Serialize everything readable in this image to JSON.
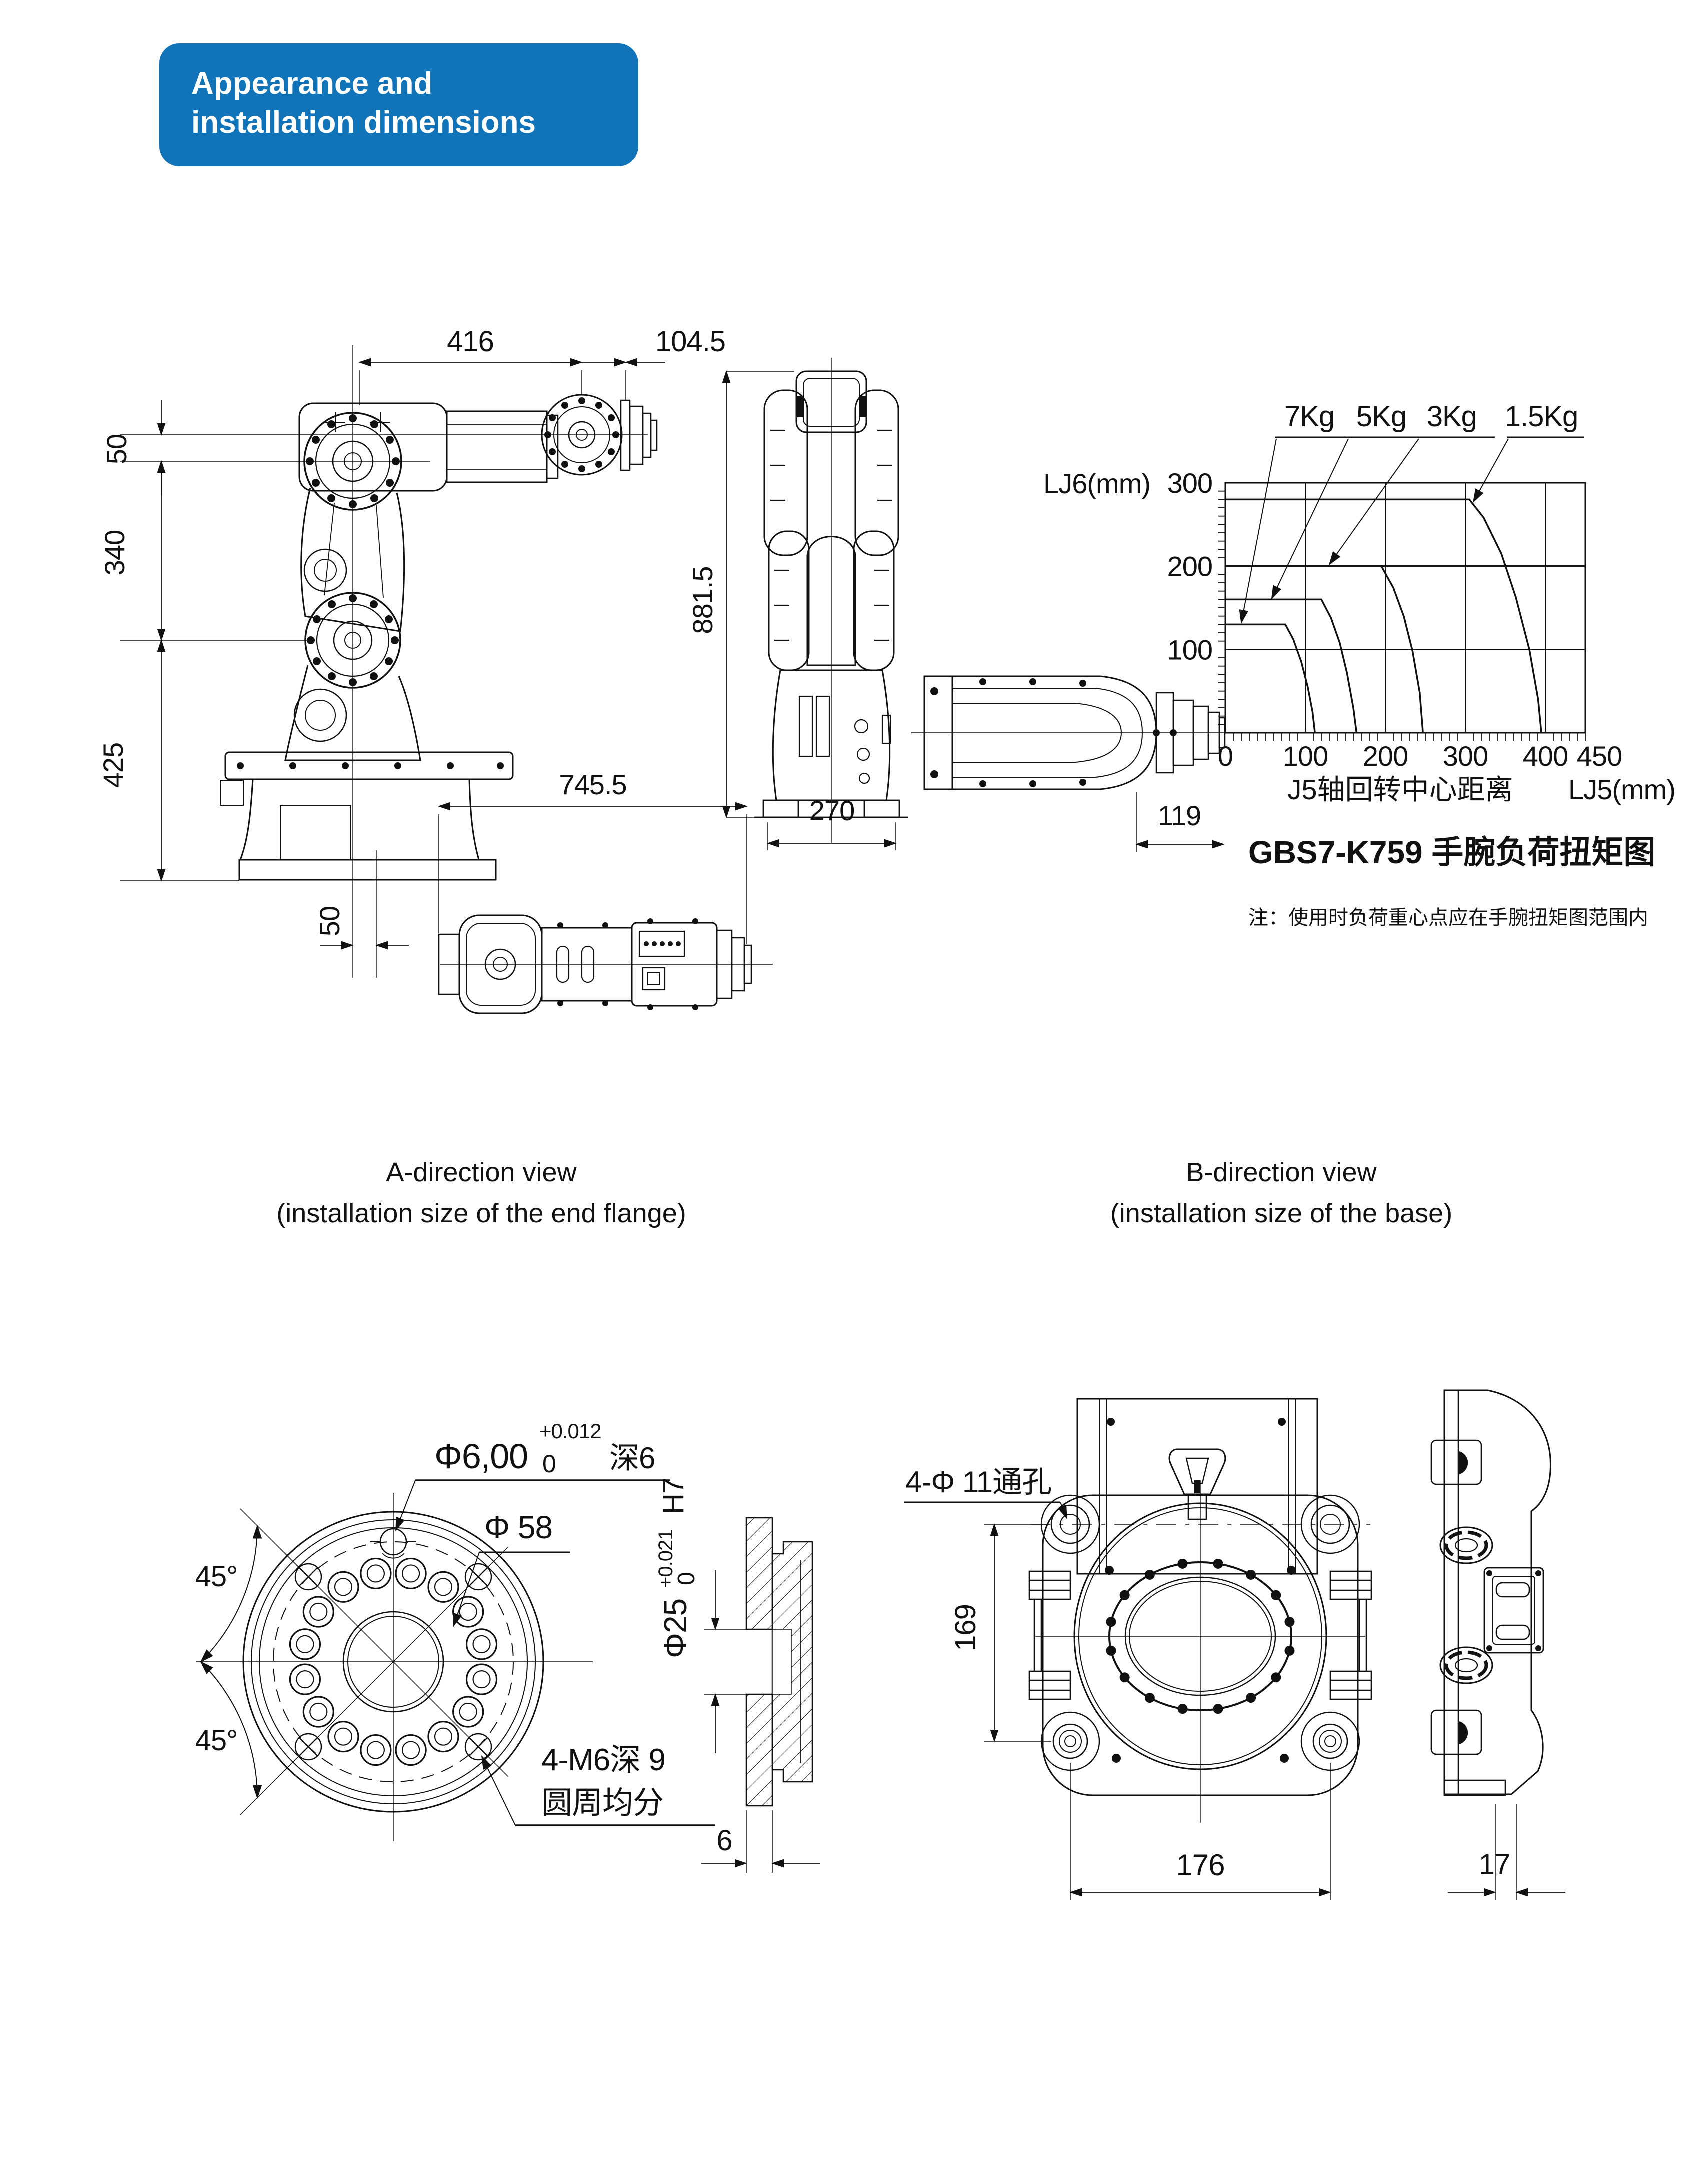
{
  "title_block": {
    "line1": "Appearance and",
    "line2": "installation dimensions",
    "bg_color": "#1173b8",
    "text_color": "#ffffff"
  },
  "views": {
    "front": {
      "dims": {
        "top_length": "416",
        "top_flange": "104.5",
        "wrist_offset": "50",
        "arm_length": "340",
        "base_height": "425",
        "base_offset": "50"
      }
    },
    "side": {
      "dims": {
        "height": "881.5",
        "width": "270"
      }
    },
    "top": {
      "dims": {
        "folded_length": "745.5"
      }
    },
    "wrist_arm": {
      "dims": {
        "j5_to_flange": "119"
      }
    }
  },
  "captions": {
    "a_view": {
      "line1": "A-direction view",
      "line2": "(installation size of the end flange)"
    },
    "b_view": {
      "line1": "B-direction view",
      "line2": "(installation size of the base)"
    }
  },
  "chart_text": {
    "title": "GBS7-K759 手腕负荷扭矩图",
    "note": "注：使用时负荷重心点应在手腕扭矩图范围内",
    "ylabel": "LJ6(mm)",
    "xlabel": "J5轴回转中心距离",
    "x_unit": "LJ5(mm)"
  },
  "chart_data": {
    "type": "line",
    "title": "GBS7-K759 手腕负荷扭矩图",
    "xlabel": "J5轴回转中心距离 LJ5(mm)",
    "ylabel": "LJ6(mm)",
    "xlim": [
      0,
      450
    ],
    "ylim": [
      0,
      300
    ],
    "x_ticks": [
      0,
      100,
      200,
      300,
      400,
      450
    ],
    "y_ticks": [
      100,
      200,
      300
    ],
    "minor_tick_step": 10,
    "grid": true,
    "legend_position": "top-leader-labels",
    "series": [
      {
        "name": "7Kg",
        "points": [
          [
            0,
            130
          ],
          [
            75,
            130
          ],
          [
            85,
            112
          ],
          [
            95,
            85
          ],
          [
            103,
            55
          ],
          [
            109,
            25
          ],
          [
            112,
            0
          ]
        ]
      },
      {
        "name": "5Kg",
        "points": [
          [
            0,
            160
          ],
          [
            120,
            160
          ],
          [
            132,
            138
          ],
          [
            143,
            108
          ],
          [
            152,
            72
          ],
          [
            160,
            30
          ],
          [
            164,
            0
          ]
        ]
      },
      {
        "name": "3Kg",
        "points": [
          [
            0,
            200
          ],
          [
            195,
            200
          ],
          [
            210,
            174
          ],
          [
            223,
            140
          ],
          [
            234,
            98
          ],
          [
            243,
            48
          ],
          [
            247,
            0
          ]
        ]
      },
      {
        "name": "1.5Kg",
        "points": [
          [
            0,
            280
          ],
          [
            305,
            280
          ],
          [
            323,
            258
          ],
          [
            345,
            215
          ],
          [
            363,
            163
          ],
          [
            380,
            100
          ],
          [
            391,
            40
          ],
          [
            395,
            0
          ]
        ]
      }
    ],
    "label_x": [
      105,
      195,
      283,
      395
    ],
    "leader_to": [
      [
        20,
        132
      ],
      [
        58,
        161
      ],
      [
        130,
        202
      ],
      [
        310,
        277
      ]
    ]
  },
  "flange_detail": {
    "labels": {
      "dowel_hole": "Φ6,00",
      "dowel_tol_upper": "+0.012",
      "dowel_tol_lower": "0",
      "dowel_depth": "深6",
      "bolt_circle": "Φ 58",
      "angle_upper": "45°",
      "angle_lower": "45°",
      "thread_note_line1": "4-M6深 9",
      "thread_note_line2": "圆周均分",
      "bore": "Φ25",
      "bore_tol_upper": "+0.021",
      "bore_tol_lower": "0",
      "bore_fit": "H7",
      "plate_thickness": "6"
    }
  },
  "base_detail": {
    "labels": {
      "through_holes": "4-Φ 11通孔",
      "hole_spacing_v": "169",
      "hole_spacing_h": "176",
      "plate_thickness": "17"
    }
  }
}
